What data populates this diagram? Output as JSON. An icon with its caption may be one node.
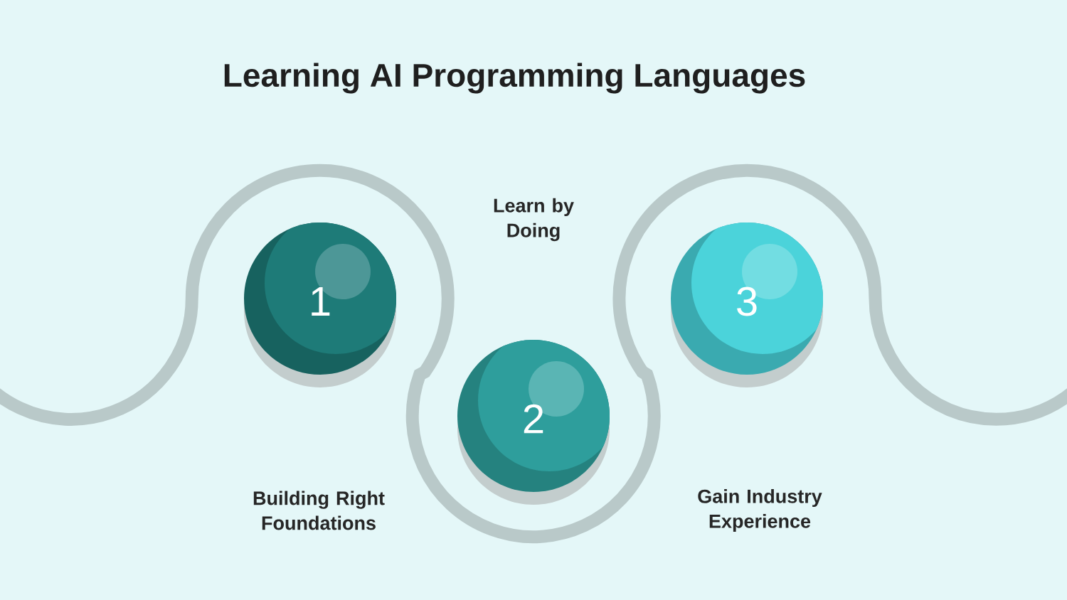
{
  "diagram": {
    "title": "Learning AI Programming Languages",
    "nodes": [
      {
        "text": [
          "1"
        ]
      },
      {
        "text": [
          "2"
        ]
      },
      {
        "text": [
          "3"
        ]
      }
    ],
    "labels": [
      "Learn by Doing",
      "Building Right Foundations",
      "Gain Industry Experience"
    ]
  }
}
